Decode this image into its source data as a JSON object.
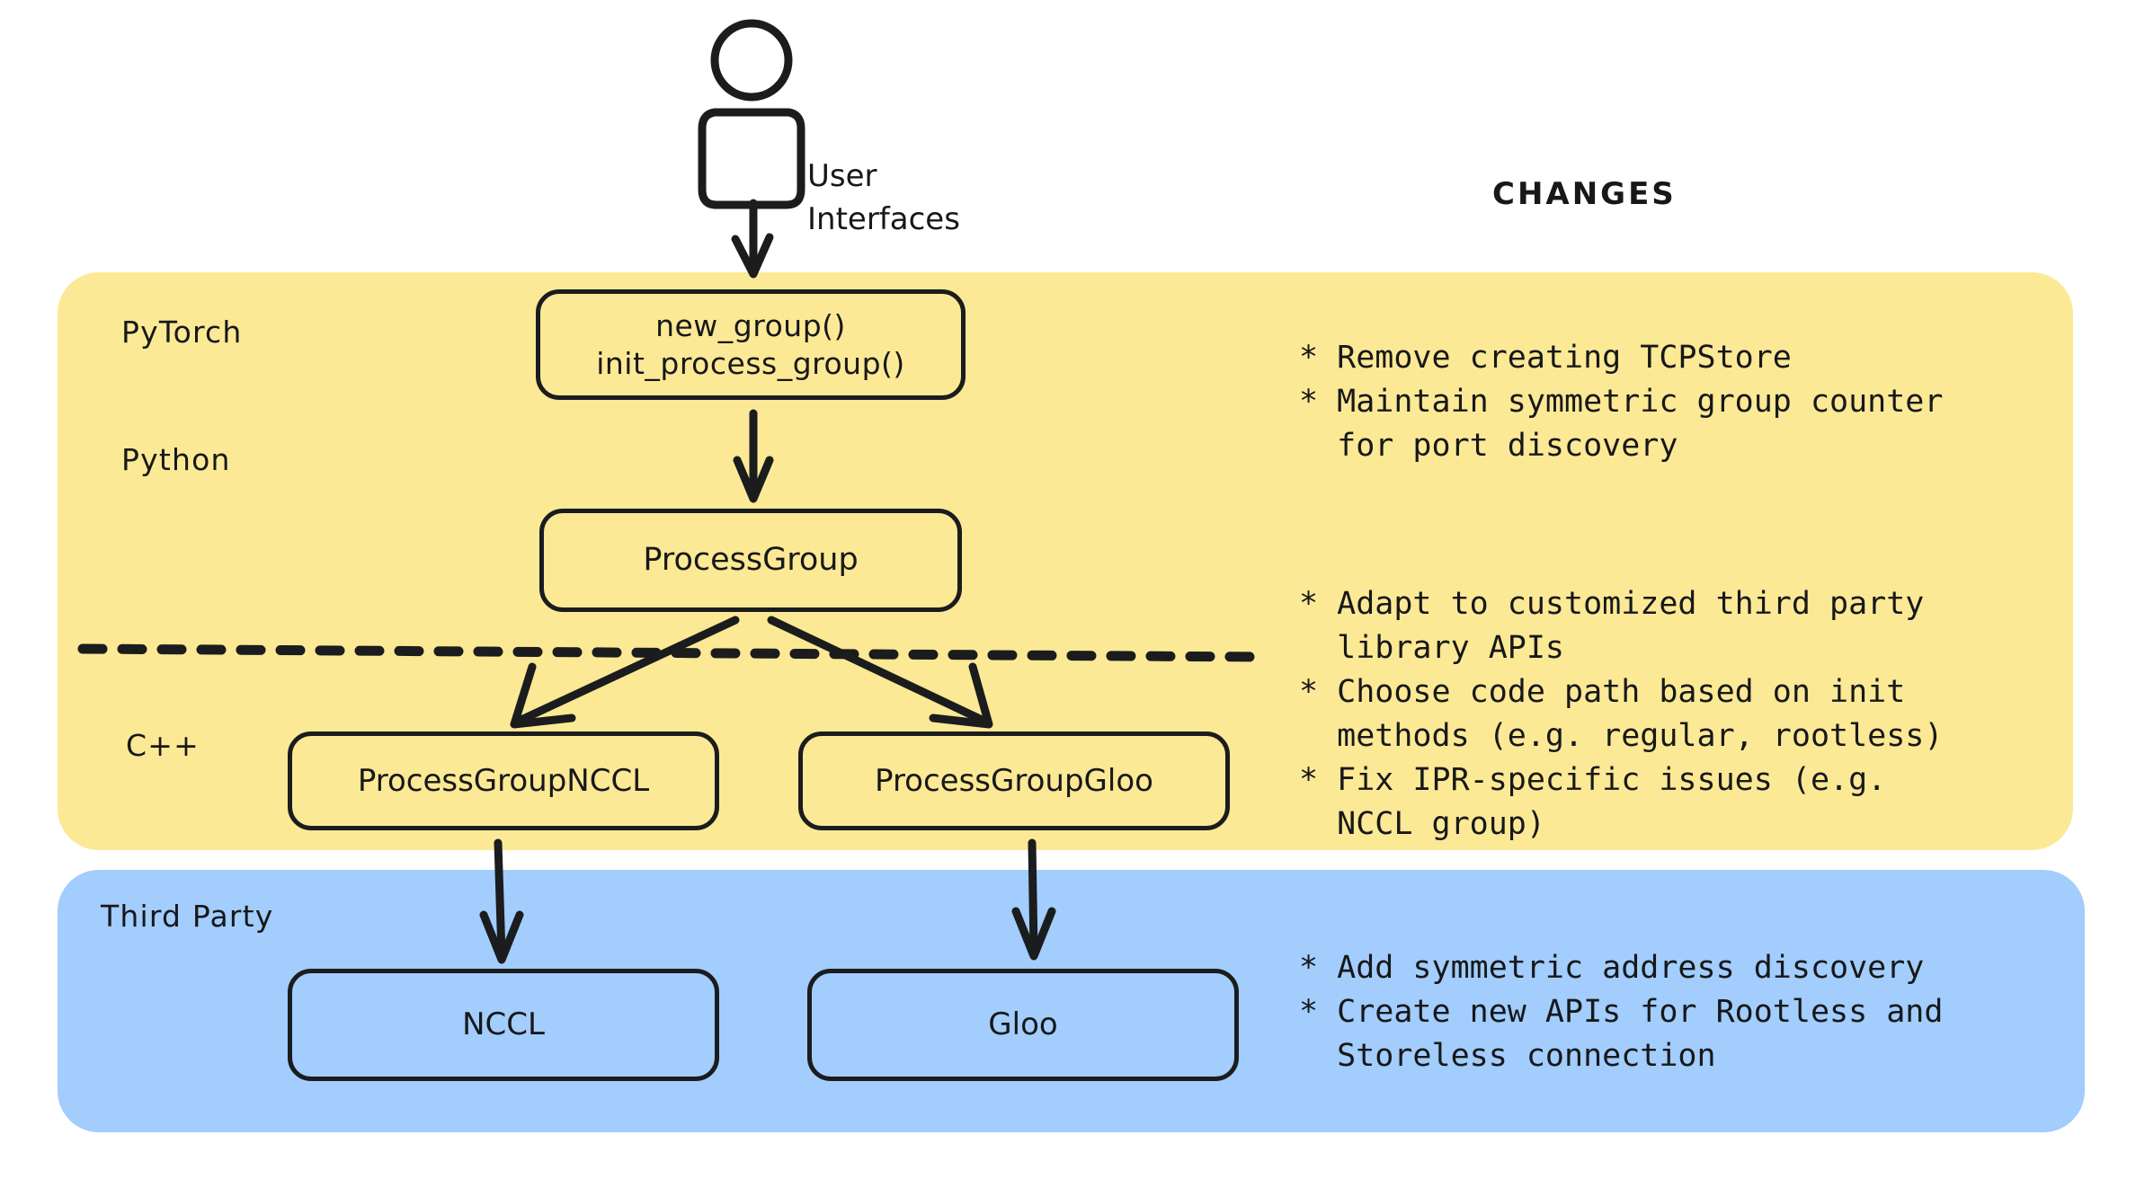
{
  "diagram": {
    "title_right": "CHANGES",
    "user_flow_label": "User\nInterfaces",
    "bands": [
      {
        "name": "pytorch",
        "label_top": "PyTorch",
        "label_bottom": "Python",
        "label_cpp": "C++",
        "color": "#fce995"
      },
      {
        "name": "third-party",
        "label": "Third Party",
        "color": "#a2cdfc"
      }
    ],
    "nodes": {
      "api": {
        "line1": "new_group()",
        "line2": "init_process_group()"
      },
      "process_group": "ProcessGroup",
      "process_group_nccl": "ProcessGroupNCCL",
      "process_group_gloo": "ProcessGroupGloo",
      "nccl": "NCCL",
      "gloo": "Gloo"
    },
    "changes": {
      "python_layer": "* Remove creating TCPStore\n* Maintain symmetric group counter\n  for port discovery",
      "cpp_layer": "* Adapt to customized third party\n  library APIs\n* Choose code path based on init\n  methods (e.g. regular, rootless)\n* Fix IPR-specific issues (e.g.\n  NCCL group)",
      "third_party_layer": "* Add symmetric address discovery\n* Create new APIs for Rootless and\n  Storeless connection"
    },
    "icons": {
      "user": "user-icon",
      "arrow_down": "arrow-down-icon",
      "divider": "dashed-divider"
    },
    "colors": {
      "yellow_band": "#fce995",
      "blue_band": "#a2cdfc",
      "stroke": "#1b1c1e",
      "text": "#17181a"
    }
  }
}
